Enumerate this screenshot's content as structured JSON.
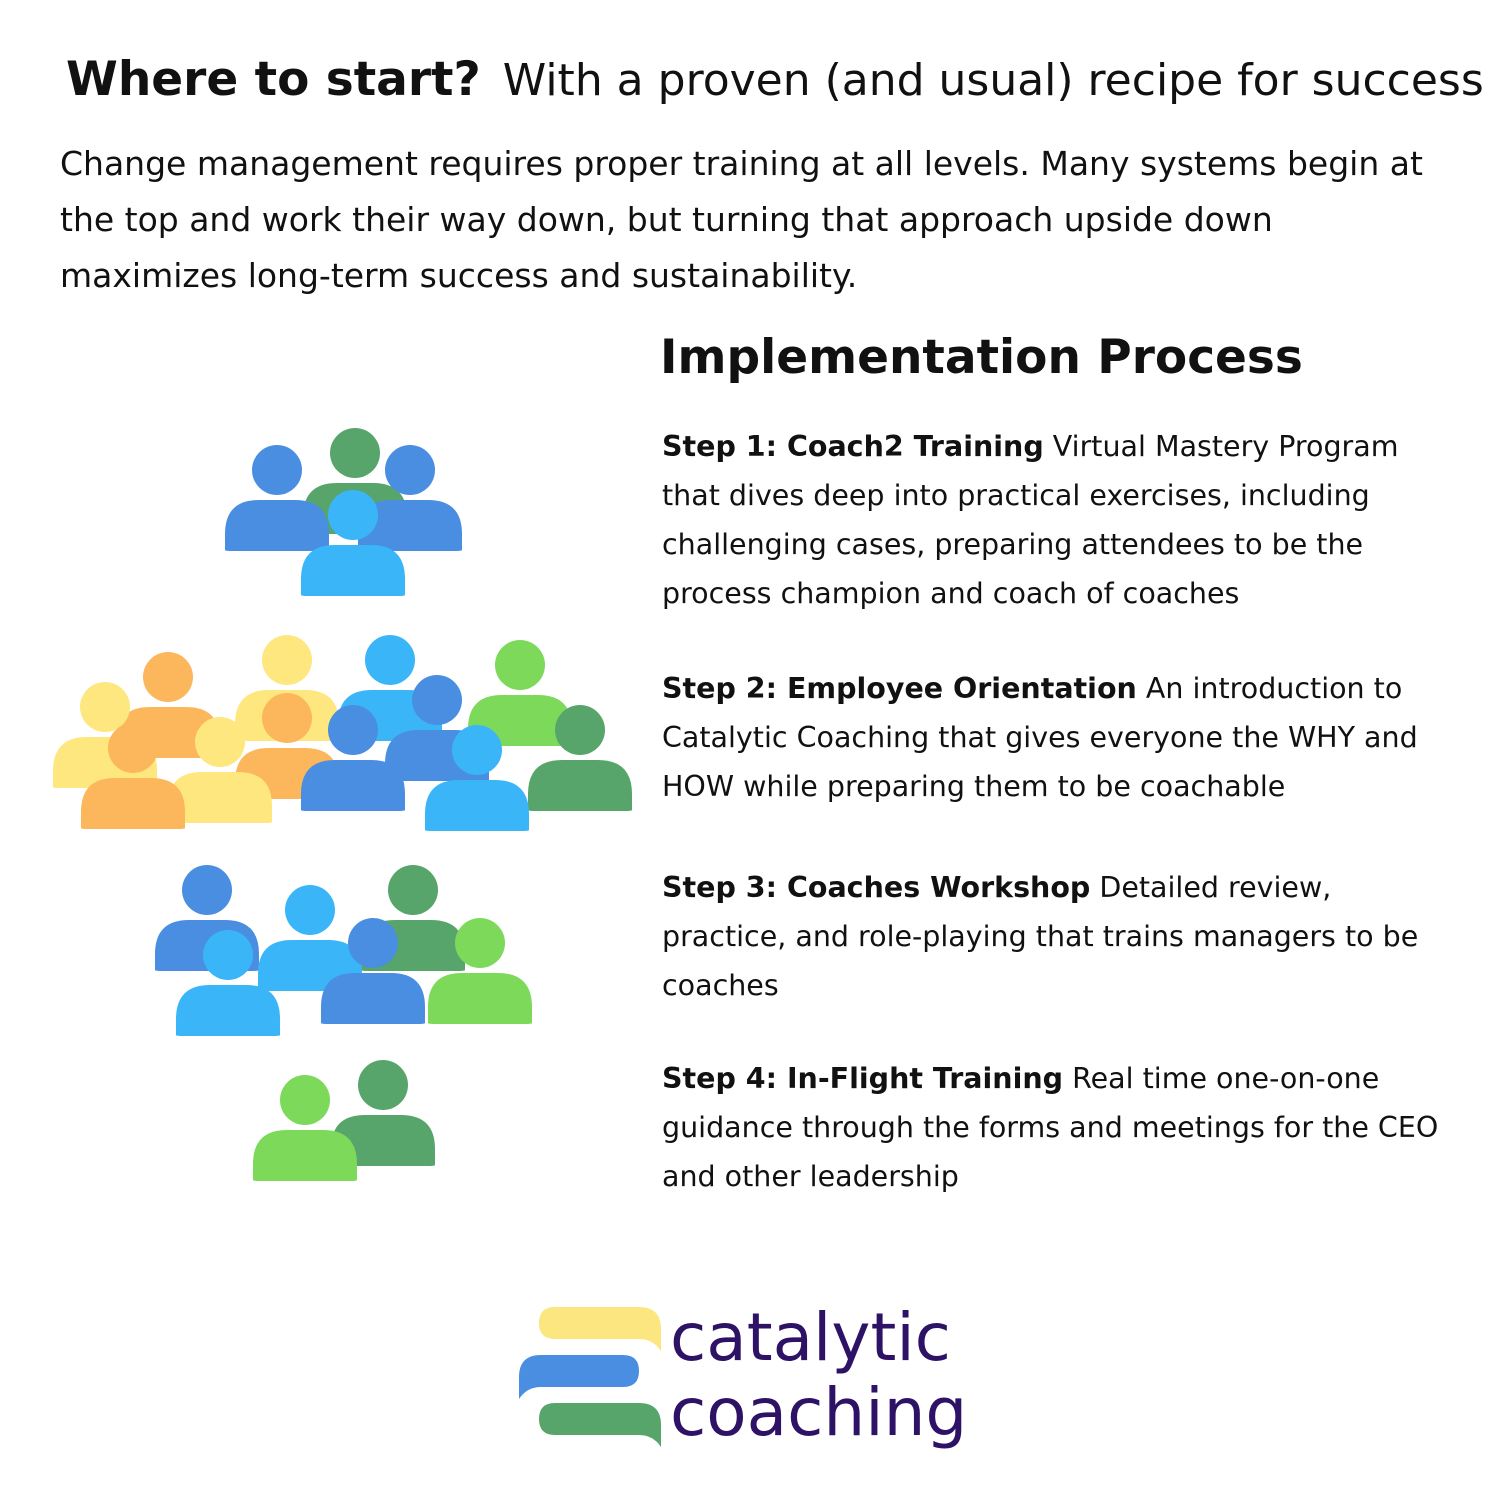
{
  "header": {
    "title_bold": "Where to start?",
    "title_light": "With a proven (and usual) recipe for success",
    "intro": "Change management requires proper training at all levels. Many systems begin at the top and work their way down, but turning that approach upside down maximizes long-term success and sustainability."
  },
  "process": {
    "heading": "Implementation Process",
    "steps": [
      {
        "title": "Step 1: Coach2  Training",
        "text": " Virtual Mastery Program that dives deep into practical exercises, including challenging cases, preparing attendees to be the process champion and coach of coaches"
      },
      {
        "title": "Step 2: Employee Orientation",
        "text": " An introduction to Catalytic Coaching that gives everyone the WHY and HOW while preparing them to be coachable"
      },
      {
        "title": "Step 3: Coaches  Workshop",
        "text": " Detailed review, practice, and role-playing that trains managers to be coaches"
      },
      {
        "title": "Step 4: In-Flight  Training",
        "text": " Real time one-on-one guidance through the forms and meetings for the CEO and other leadership"
      }
    ]
  },
  "logo": {
    "line1": "catalytic",
    "line2": "coaching",
    "text_color": "#2e1266",
    "bar_colors": [
      "#fbe67f",
      "#4a8ee2",
      "#58a56b"
    ]
  },
  "icons": {
    "person": "person-icon",
    "colors": {
      "blue": "#4a8ee2",
      "sky": "#3ab6f8",
      "green": "#58a56b",
      "lime": "#7cd95a",
      "yellow": "#fde77e",
      "orange": "#fcb65b"
    }
  }
}
